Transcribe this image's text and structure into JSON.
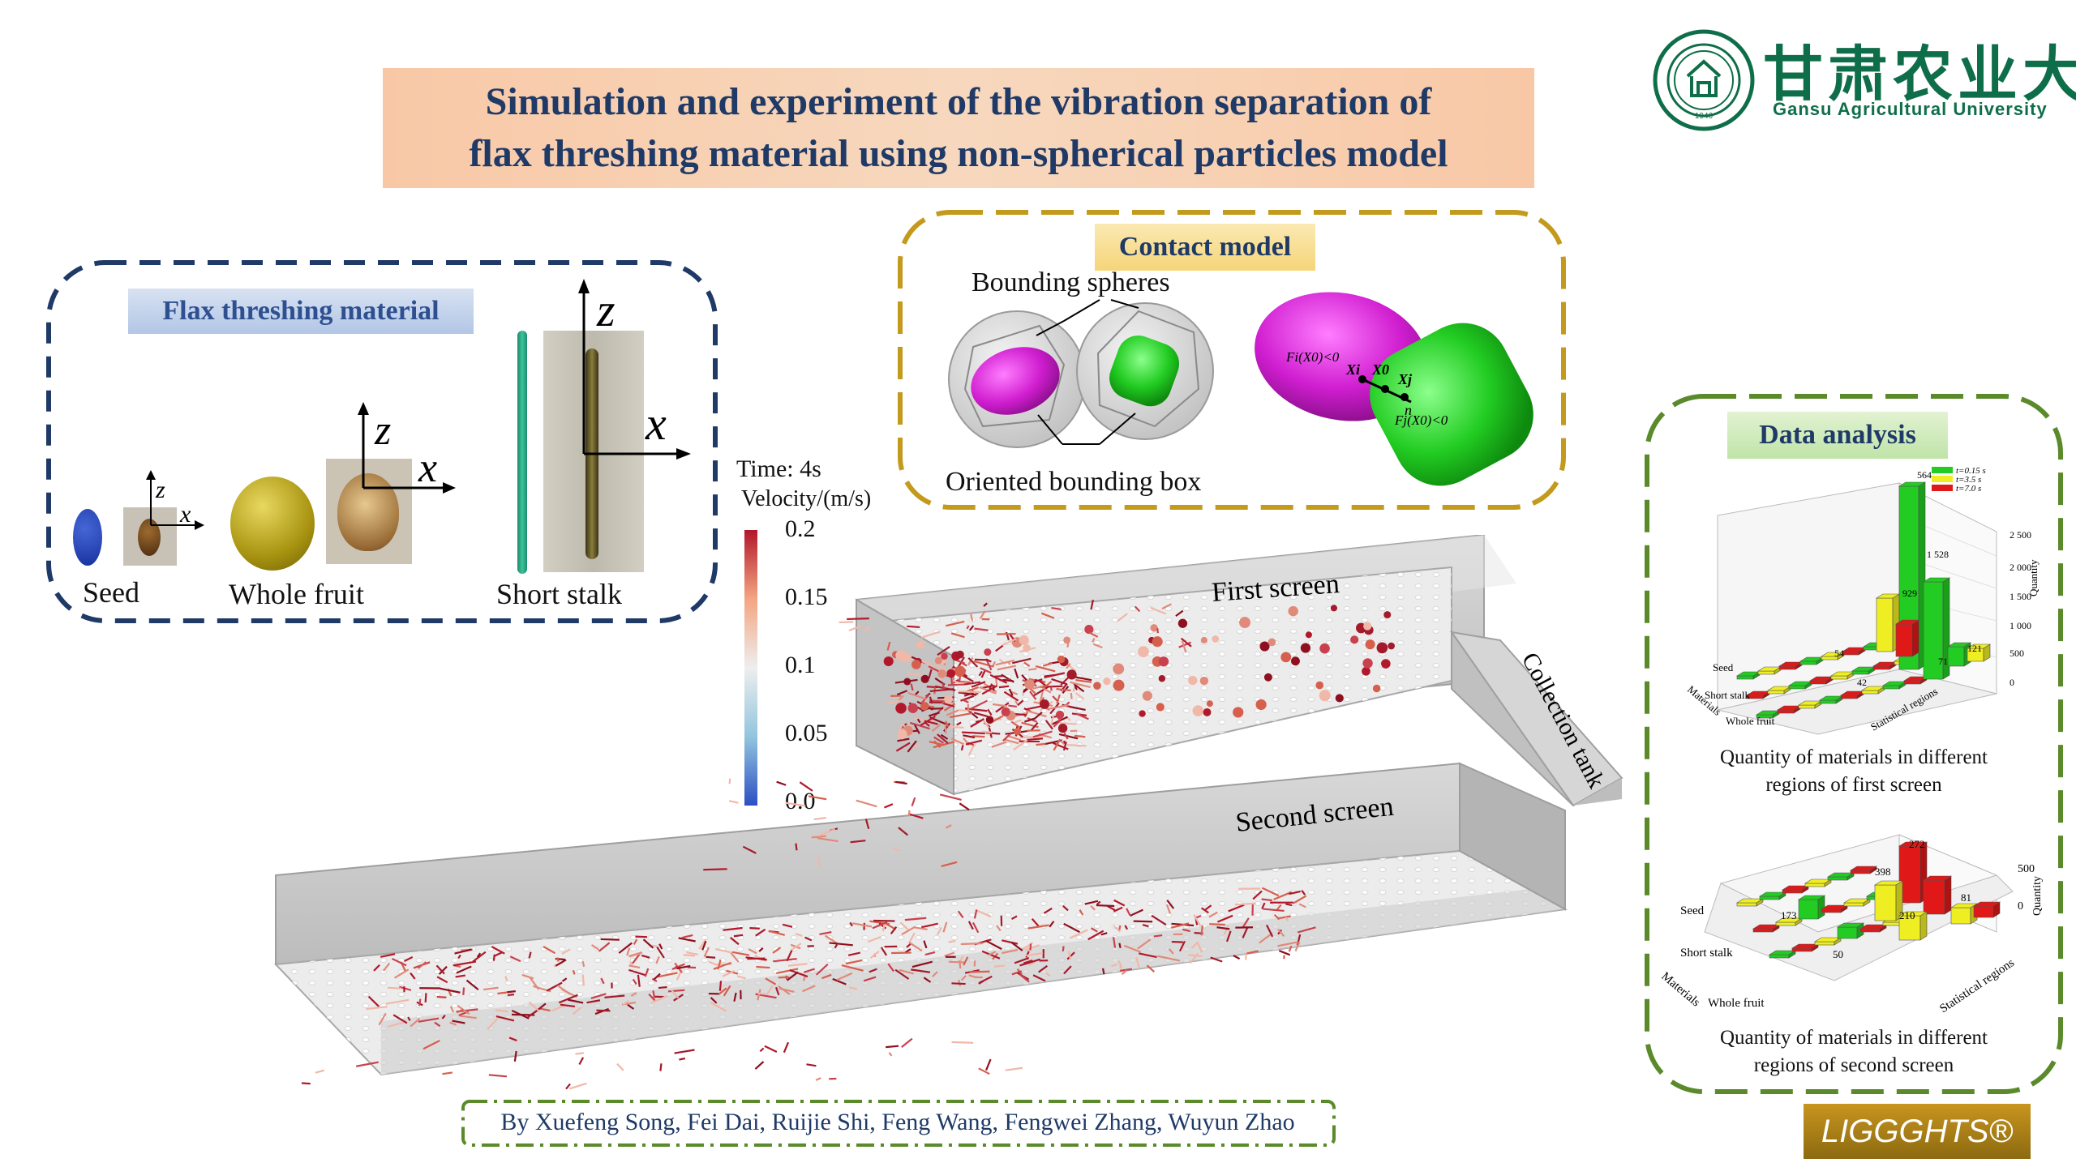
{
  "header": {
    "title_line1": "Simulation and experiment of the vibration separation of",
    "title_line2": "flax threshing material using non-spherical particles model"
  },
  "logo": {
    "chinese_name": "甘肃农业大学",
    "english_name": "Gansu Agricultural University",
    "seal_year": "1946"
  },
  "material_panel": {
    "label": "Flax threshing material",
    "items": [
      "Seed",
      "Whole fruit",
      "Short stalk"
    ],
    "axis_z": "z",
    "axis_x": "x"
  },
  "contact_panel": {
    "label": "Contact model",
    "bounding_spheres": "Bounding spheres",
    "oriented_box": "Oriented bounding box",
    "f_i": "Fi(X0)<0",
    "f_j": "Fj(X0)<0",
    "x_i": "Xi",
    "x_0": "X0",
    "x_j": "Xj",
    "n": "n"
  },
  "colorbar": {
    "time": "Time: 4s",
    "velocity": "Velocity/(m/s)",
    "ticks": [
      "0.2",
      "0.15",
      "0.1",
      "0.05",
      "0.0"
    ],
    "colors": [
      "#b2182b",
      "#f4a582",
      "#eeeeee",
      "#92c5de",
      "#2c4fc4"
    ]
  },
  "simulation": {
    "first_screen": "First screen",
    "second_screen": "Second screen",
    "collection_tank": "Collection tank"
  },
  "data_panel": {
    "label": "Data analysis",
    "chart1": {
      "caption_line1": "Quantity of materials in different",
      "caption_line2": "regions of first screen",
      "legend": [
        "t=0.15 s",
        "t=3.5 s",
        "t=7.0 s"
      ],
      "z_ticks": [
        "2 500",
        "2 000",
        "1 500",
        "1 000",
        "500",
        "0"
      ],
      "z_label": "Quantity",
      "x_label": "Materials",
      "y_label": "Statistical regions",
      "materials": [
        "Seed",
        "Short stalk",
        "Whole fruit"
      ],
      "value_labels": [
        "564",
        "1 528",
        "929",
        "54",
        "42",
        "121",
        "71"
      ]
    },
    "chart2": {
      "caption_line1": "Quantity of materials in different",
      "caption_line2": "regions of second screen",
      "z_ticks": [
        "500",
        "0"
      ],
      "z_label": "Quantity",
      "x_label": "Materials",
      "y_label": "Statistical regions",
      "materials": [
        "Seed",
        "Short stalk",
        "Whole fruit"
      ],
      "value_labels": [
        "272",
        "398",
        "173",
        "210",
        "81",
        "50"
      ]
    },
    "series_colors": [
      "#22cc22",
      "#eeee22",
      "#e01818"
    ]
  },
  "footer": {
    "authors": "By Xuefeng Song, Fei Dai, Ruijie Shi, Feng Wang, Fengwei Zhang, Wuyun Zhao",
    "software": "LIGGGHTS®"
  }
}
